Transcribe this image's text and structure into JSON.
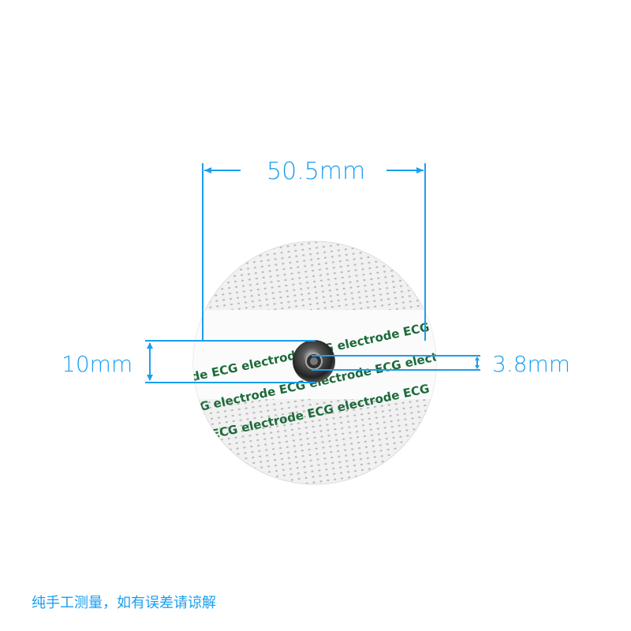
{
  "product": {
    "name": "ECG electrode",
    "print_text": "ECG electrode",
    "colors": {
      "pad": "#eeeeee",
      "strip": "#ffffff",
      "text": "#1c6b3a",
      "heart": "#e0323a",
      "snap": "#3a3a3a"
    }
  },
  "dimensions": {
    "diameter": "50.5mm",
    "strip_width": "10mm",
    "snap_diameter": "3.8mm",
    "line_color": "#1a9ef0"
  },
  "footer": {
    "note": "纯手工测量，如有误差请谅解"
  }
}
